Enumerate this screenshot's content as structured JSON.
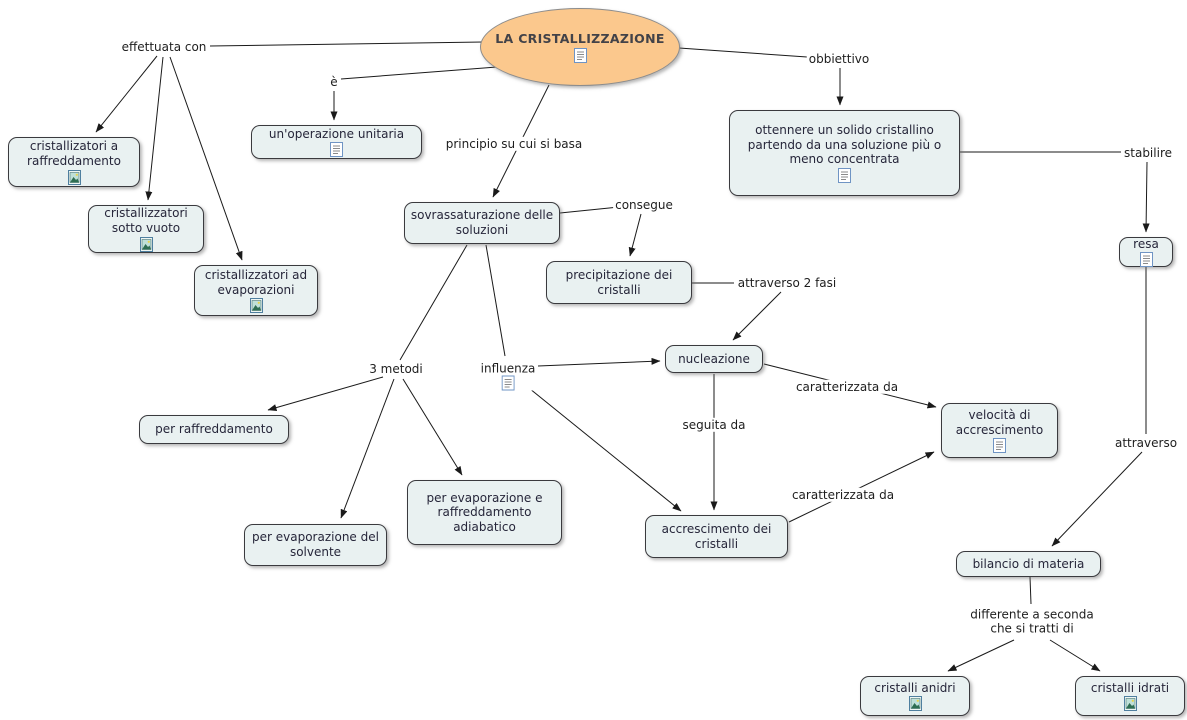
{
  "title": "LA CRISTALLIZZAZIONE",
  "colors": {
    "background": "#ffffff",
    "root_fill": "#fbc88d",
    "node_fill": "#e9f1f1",
    "node_border": "#3a3a3e",
    "line": "#1a1a1a"
  },
  "icons": {
    "document": "document-icon",
    "image": "image-icon"
  },
  "nodes": [
    {
      "label": "LA CRISTALLIZZAZIONE",
      "icon": "document"
    },
    {
      "label": "cristallizatori a raffreddamento",
      "icon": "image"
    },
    {
      "label": "cristallizzatori sotto vuoto",
      "icon": "image"
    },
    {
      "label": "cristallizzatori ad evaporazioni",
      "icon": "image"
    },
    {
      "label": "un'operazione unitaria",
      "icon": "document"
    },
    {
      "label": "sovrassaturazione delle soluzioni"
    },
    {
      "label": "precipitazione dei cristalli"
    },
    {
      "label": "ottennere un solido cristallino partendo da una soluzione più o meno concentrata",
      "icon": "document"
    },
    {
      "label": "resa",
      "icon": "document"
    },
    {
      "label": "nucleazione"
    },
    {
      "label": "velocità di accrescimento",
      "icon": "document"
    },
    {
      "label": "per raffreddamento"
    },
    {
      "label": "per evaporazione e raffreddamento adiabatico"
    },
    {
      "label": "per evaporazione del solvente"
    },
    {
      "label": "accrescimento dei cristalli"
    },
    {
      "label": "bilancio di materia"
    },
    {
      "label": "cristalli anidri",
      "icon": "image"
    },
    {
      "label": "cristalli idrati",
      "icon": "image"
    }
  ],
  "link_labels": [
    {
      "text": "effettuata con"
    },
    {
      "text": "è"
    },
    {
      "text": "obbiettivo"
    },
    {
      "text": "principio su cui si basa"
    },
    {
      "text": "consegue"
    },
    {
      "text": "stabilire"
    },
    {
      "text": "attraverso 2 fasi"
    },
    {
      "text": "3 metodi"
    },
    {
      "text": "influenza",
      "icon": "document"
    },
    {
      "text": "caratterizzata da"
    },
    {
      "text": "seguita da"
    },
    {
      "text": "caratterizzata da"
    },
    {
      "text": "attraverso"
    },
    {
      "text": "differente a seconda che si tratti di"
    }
  ]
}
